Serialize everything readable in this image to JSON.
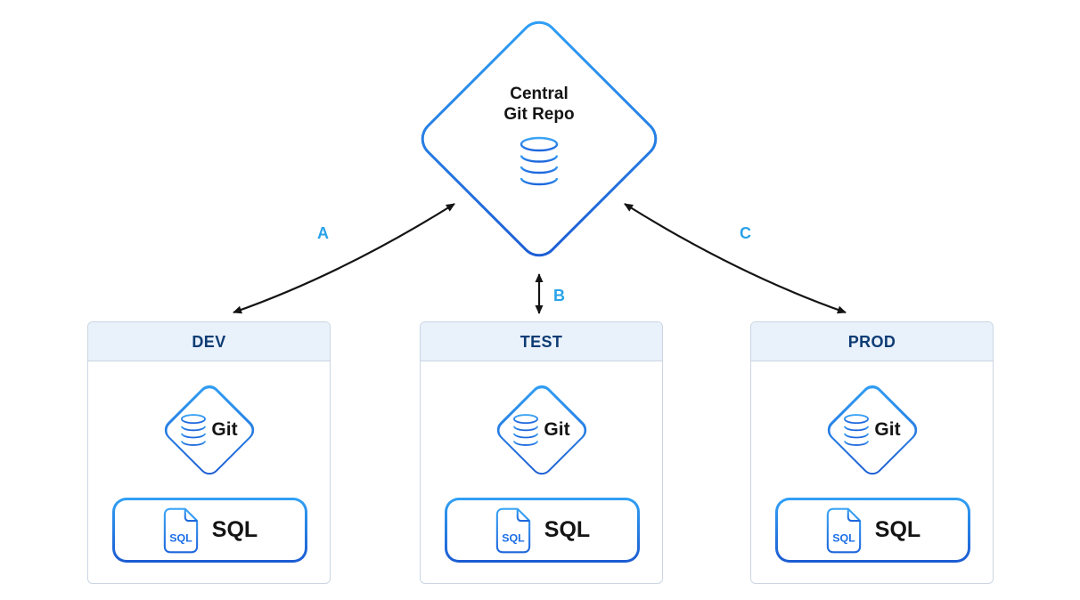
{
  "central_node": {
    "title_line1": "Central",
    "title_line2": "Git Repo",
    "icon": "database-icon"
  },
  "arrows": [
    {
      "label": "A",
      "from": "DEV",
      "to": "Central Git Repo",
      "shape": "curved-double-headed"
    },
    {
      "label": "B",
      "from": "TEST",
      "to": "Central Git Repo",
      "shape": "straight-double-headed"
    },
    {
      "label": "C",
      "from": "PROD",
      "to": "Central Git Repo",
      "shape": "curved-double-headed"
    }
  ],
  "environments": [
    {
      "name": "DEV",
      "git_label": "Git",
      "sql_label": "SQL",
      "sql_icon_text": "SQL"
    },
    {
      "name": "TEST",
      "git_label": "Git",
      "sql_label": "SQL",
      "sql_icon_text": "SQL"
    },
    {
      "name": "PROD",
      "git_label": "Git",
      "sql_label": "SQL",
      "sql_icon_text": "SQL"
    }
  ],
  "colors": {
    "gradient-light": "#31A1F5",
    "gradient-dark": "#1C5BD2",
    "arrow-label": "#29A3E9",
    "env-header-text": "#0D3C74",
    "env-header-bg": "#E9F1FB",
    "box-border": "#CBD6E2",
    "text-dark": "#141414",
    "sql-icon-blue": "#1C6FE6",
    "arrow-stroke": "#141414"
  }
}
